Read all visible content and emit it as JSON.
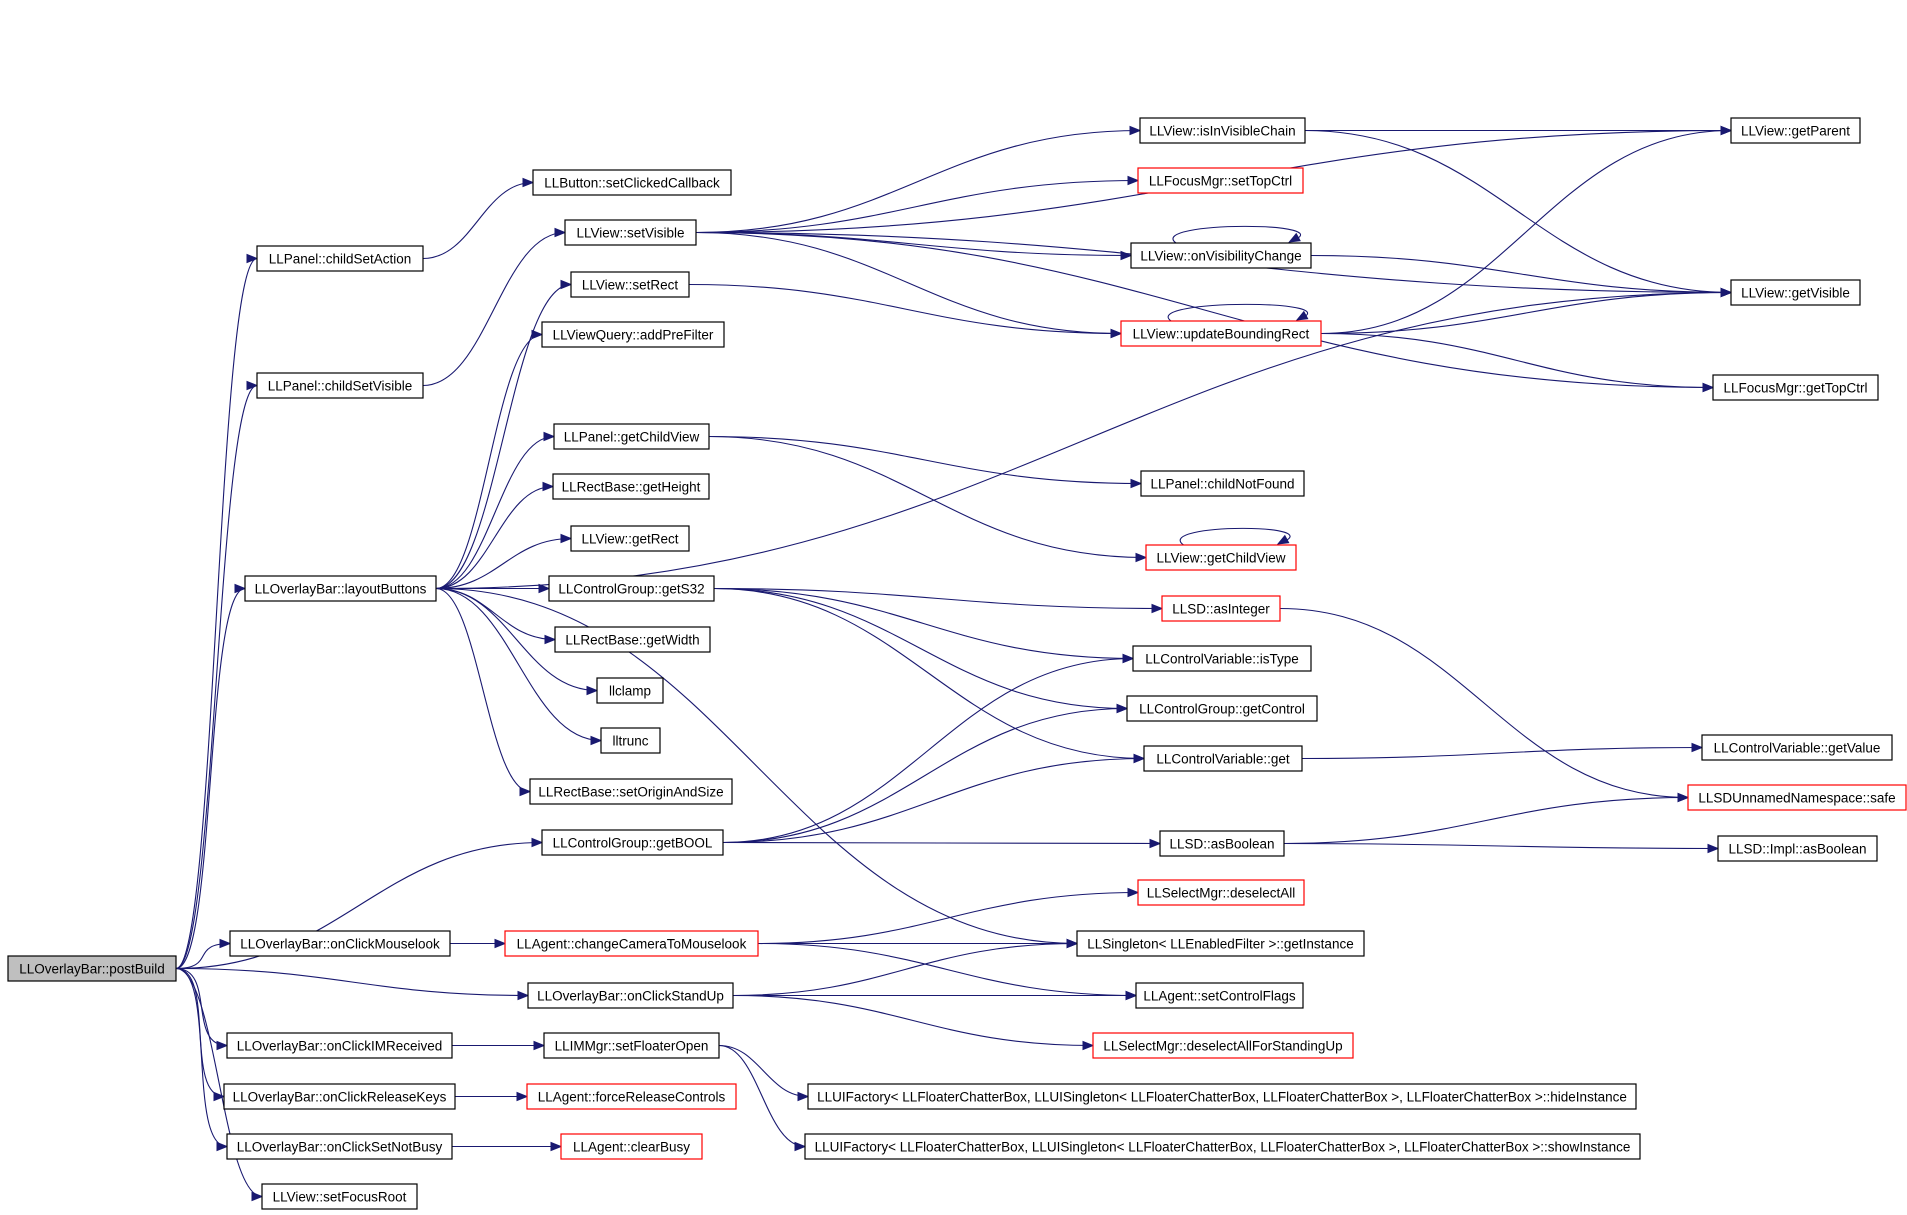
{
  "colors": {
    "edge": "#191970",
    "border_documented": "#000000",
    "border_undocumented": "#ff0000",
    "root_fill": "#bfbfbf",
    "fill": "#ffffff"
  },
  "nodes": [
    {
      "id": "postBuild",
      "label": "LLOverlayBar::postBuild",
      "root": true
    },
    {
      "id": "childSetAction",
      "label": "LLPanel::childSetAction"
    },
    {
      "id": "childSetVisible",
      "label": "LLPanel::childSetVisible"
    },
    {
      "id": "layoutButtons",
      "label": "LLOverlayBar::layoutButtons"
    },
    {
      "id": "onClickMouselook",
      "label": "LLOverlayBar::onClickMouselook"
    },
    {
      "id": "onClickIMReceived",
      "label": "LLOverlayBar::onClickIMReceived"
    },
    {
      "id": "onClickReleaseKeys",
      "label": "LLOverlayBar::onClickReleaseKeys"
    },
    {
      "id": "onClickSetNotBusy",
      "label": "LLOverlayBar::onClickSetNotBusy"
    },
    {
      "id": "setFocusRoot",
      "label": "LLView::setFocusRoot"
    },
    {
      "id": "setClickedCallback",
      "label": "LLButton::setClickedCallback"
    },
    {
      "id": "setVisible",
      "label": "LLView::setVisible"
    },
    {
      "id": "setRect",
      "label": "LLView::setRect"
    },
    {
      "id": "addPreFilter",
      "label": "LLViewQuery::addPreFilter"
    },
    {
      "id": "getChildView",
      "label": "LLPanel::getChildView"
    },
    {
      "id": "getHeight",
      "label": "LLRectBase::getHeight"
    },
    {
      "id": "getRect",
      "label": "LLView::getRect"
    },
    {
      "id": "getS32",
      "label": "LLControlGroup::getS32"
    },
    {
      "id": "getWidth",
      "label": "LLRectBase::getWidth"
    },
    {
      "id": "llclamp",
      "label": "llclamp"
    },
    {
      "id": "lltrunc",
      "label": "lltrunc"
    },
    {
      "id": "setOriginAndSize",
      "label": "LLRectBase::setOriginAndSize"
    },
    {
      "id": "getBOOL",
      "label": "LLControlGroup::getBOOL"
    },
    {
      "id": "changeCameraToMouselook",
      "label": "LLAgent::changeCameraToMouselook",
      "undocumented": true
    },
    {
      "id": "onClickStandUp",
      "label": "LLOverlayBar::onClickStandUp"
    },
    {
      "id": "setFloaterOpen",
      "label": "LLIMMgr::setFloaterOpen"
    },
    {
      "id": "forceReleaseControls",
      "label": "LLAgent::forceReleaseControls",
      "undocumented": true
    },
    {
      "id": "clearBusy",
      "label": "LLAgent::clearBusy",
      "undocumented": true
    },
    {
      "id": "isInVisibleChain",
      "label": "LLView::isInVisibleChain"
    },
    {
      "id": "setTopCtrl",
      "label": "LLFocusMgr::setTopCtrl",
      "undocumented": true
    },
    {
      "id": "onVisibilityChange",
      "label": "LLView::onVisibilityChange"
    },
    {
      "id": "updateBoundingRect",
      "label": "LLView::updateBoundingRect",
      "undocumented": true
    },
    {
      "id": "childNotFound",
      "label": "LLPanel::childNotFound"
    },
    {
      "id": "getChildViewV",
      "label": "LLView::getChildView",
      "undocumented": true
    },
    {
      "id": "asInteger",
      "label": "LLSD::asInteger",
      "undocumented": true
    },
    {
      "id": "isType",
      "label": "LLControlVariable::isType"
    },
    {
      "id": "getControl",
      "label": "LLControlGroup::getControl"
    },
    {
      "id": "cvGet",
      "label": "LLControlVariable::get"
    },
    {
      "id": "asBoolean",
      "label": "LLSD::asBoolean"
    },
    {
      "id": "deselectAll",
      "label": "LLSelectMgr::deselectAll",
      "undocumented": true
    },
    {
      "id": "getInstance",
      "label": "LLSingleton< LLEnabledFilter >::getInstance"
    },
    {
      "id": "setControlFlags",
      "label": "LLAgent::setControlFlags"
    },
    {
      "id": "deselectAllForStandingUp",
      "label": "LLSelectMgr::deselectAllForStandingUp",
      "undocumented": true
    },
    {
      "id": "hideInstance",
      "label": "LLUIFactory< LLFloaterChatterBox, LLUISingleton< LLFloaterChatterBox, LLFloaterChatterBox >, LLFloaterChatterBox >::hideInstance"
    },
    {
      "id": "showInstance",
      "label": "LLUIFactory< LLFloaterChatterBox, LLUISingleton< LLFloaterChatterBox, LLFloaterChatterBox >, LLFloaterChatterBox >::showInstance"
    },
    {
      "id": "getParent",
      "label": "LLView::getParent"
    },
    {
      "id": "getVisible",
      "label": "LLView::getVisible"
    },
    {
      "id": "getTopCtrl",
      "label": "LLFocusMgr::getTopCtrl"
    },
    {
      "id": "getValue",
      "label": "LLControlVariable::getValue"
    },
    {
      "id": "safe",
      "label": "LLSDUnnamedNamespace::safe",
      "undocumented": true
    },
    {
      "id": "implAsBoolean",
      "label": "LLSD::Impl::asBoolean"
    }
  ],
  "edges": [
    [
      "postBuild",
      "childSetAction"
    ],
    [
      "postBuild",
      "childSetVisible"
    ],
    [
      "postBuild",
      "layoutButtons"
    ],
    [
      "postBuild",
      "getBOOL"
    ],
    [
      "postBuild",
      "onClickMouselook"
    ],
    [
      "postBuild",
      "onClickStandUp"
    ],
    [
      "postBuild",
      "onClickIMReceived"
    ],
    [
      "postBuild",
      "onClickReleaseKeys"
    ],
    [
      "postBuild",
      "onClickSetNotBusy"
    ],
    [
      "postBuild",
      "setFocusRoot"
    ],
    [
      "childSetAction",
      "setClickedCallback"
    ],
    [
      "childSetVisible",
      "setVisible"
    ],
    [
      "layoutButtons",
      "setRect"
    ],
    [
      "layoutButtons",
      "addPreFilter"
    ],
    [
      "layoutButtons",
      "getVisible"
    ],
    [
      "layoutButtons",
      "getChildView"
    ],
    [
      "layoutButtons",
      "getHeight"
    ],
    [
      "layoutButtons",
      "getRect"
    ],
    [
      "layoutButtons",
      "getS32"
    ],
    [
      "layoutButtons",
      "getWidth"
    ],
    [
      "layoutButtons",
      "llclamp"
    ],
    [
      "layoutButtons",
      "lltrunc"
    ],
    [
      "layoutButtons",
      "setOriginAndSize"
    ],
    [
      "layoutButtons",
      "getInstance"
    ],
    [
      "onClickMouselook",
      "changeCameraToMouselook"
    ],
    [
      "onClickIMReceived",
      "setFloaterOpen"
    ],
    [
      "onClickReleaseKeys",
      "forceReleaseControls"
    ],
    [
      "onClickSetNotBusy",
      "clearBusy"
    ],
    [
      "setVisible",
      "isInVisibleChain"
    ],
    [
      "setVisible",
      "setTopCtrl"
    ],
    [
      "setVisible",
      "onVisibilityChange"
    ],
    [
      "setVisible",
      "updateBoundingRect"
    ],
    [
      "setVisible",
      "getParent"
    ],
    [
      "setVisible",
      "getVisible"
    ],
    [
      "setVisible",
      "getTopCtrl"
    ],
    [
      "setRect",
      "updateBoundingRect"
    ],
    [
      "getChildView",
      "childNotFound"
    ],
    [
      "getChildView",
      "getChildViewV"
    ],
    [
      "getS32",
      "asInteger"
    ],
    [
      "getS32",
      "isType"
    ],
    [
      "getS32",
      "getControl"
    ],
    [
      "getS32",
      "cvGet"
    ],
    [
      "getBOOL",
      "isType"
    ],
    [
      "getBOOL",
      "getControl"
    ],
    [
      "getBOOL",
      "cvGet"
    ],
    [
      "getBOOL",
      "asBoolean"
    ],
    [
      "changeCameraToMouselook",
      "deselectAll"
    ],
    [
      "changeCameraToMouselook",
      "getInstance"
    ],
    [
      "changeCameraToMouselook",
      "setControlFlags"
    ],
    [
      "onClickStandUp",
      "getInstance"
    ],
    [
      "onClickStandUp",
      "setControlFlags"
    ],
    [
      "onClickStandUp",
      "deselectAllForStandingUp"
    ],
    [
      "setFloaterOpen",
      "hideInstance"
    ],
    [
      "setFloaterOpen",
      "showInstance"
    ],
    [
      "isInVisibleChain",
      "getParent"
    ],
    [
      "isInVisibleChain",
      "getVisible"
    ],
    [
      "onVisibilityChange",
      "onVisibilityChange"
    ],
    [
      "onVisibilityChange",
      "getVisible"
    ],
    [
      "updateBoundingRect",
      "updateBoundingRect"
    ],
    [
      "updateBoundingRect",
      "getParent"
    ],
    [
      "updateBoundingRect",
      "getVisible"
    ],
    [
      "updateBoundingRect",
      "getTopCtrl"
    ],
    [
      "getChildViewV",
      "getChildViewV"
    ],
    [
      "asInteger",
      "safe"
    ],
    [
      "cvGet",
      "getValue"
    ],
    [
      "asBoolean",
      "safe"
    ],
    [
      "asBoolean",
      "implAsBoolean"
    ]
  ]
}
